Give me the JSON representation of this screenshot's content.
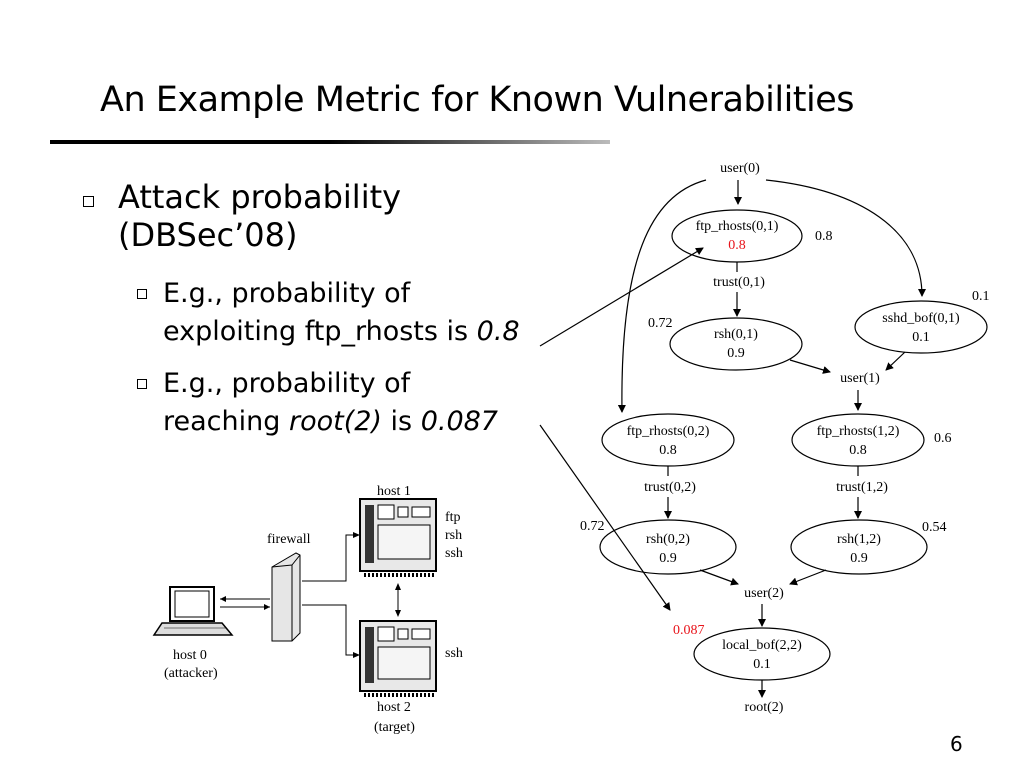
{
  "title": "An Example Metric for Known Vulnerabilities",
  "bullets": {
    "main_line1": "Attack probability",
    "main_line2": "(DBSec’08)",
    "sub1_line1": "E.g., probability of",
    "sub1_line2": "exploiting ftp_rhosts is ",
    "sub1_value": "0.8",
    "sub2_line1": "E.g., probability of",
    "sub2_line2_a": "reaching ",
    "sub2_root": "root(2)",
    "sub2_is": " is ",
    "sub2_value": "0.087"
  },
  "network": {
    "host1": "host 1",
    "host1_services": [
      "ftp",
      "rsh",
      "ssh"
    ],
    "firewall": "firewall",
    "host0": "host 0",
    "host0_role": "(attacker)",
    "host2": "host 2",
    "host2_services": [
      "ssh"
    ],
    "host2_role": "(target)"
  },
  "graph": {
    "nodes": {
      "user0": "user(0)",
      "ftp_rhosts01": "ftp_rhosts(0,1)",
      "ftp_rhosts01_p": "0.8",
      "ftp_rhosts01_cum": "0.8",
      "trust01": "trust(0,1)",
      "rsh01": "rsh(0,1)",
      "rsh01_p": "0.9",
      "rsh01_cum": "0.72",
      "sshd_bof01": "sshd_bof(0,1)",
      "sshd_bof01_p": "0.1",
      "sshd_bof01_cum": "0.1",
      "user1": "user(1)",
      "ftp_rhosts02": "ftp_rhosts(0,2)",
      "ftp_rhosts02_p": "0.8",
      "ftp_rhosts12": "ftp_rhosts(1,2)",
      "ftp_rhosts12_p": "0.8",
      "ftp_rhosts12_cum": "0.6",
      "trust02": "trust(0,2)",
      "trust12": "trust(1,2)",
      "rsh02": "rsh(0,2)",
      "rsh02_p": "0.9",
      "rsh02_cum": "0.72",
      "rsh12": "rsh(1,2)",
      "rsh12_p": "0.9",
      "rsh12_cum": "0.54",
      "user2": "user(2)",
      "local_bof22": "local_bof(2,2)",
      "local_bof22_p": "0.1",
      "local_bof22_cum": "0.087",
      "root2": "root(2)"
    },
    "highlight_color": "#e8141b"
  },
  "page_number": "6"
}
